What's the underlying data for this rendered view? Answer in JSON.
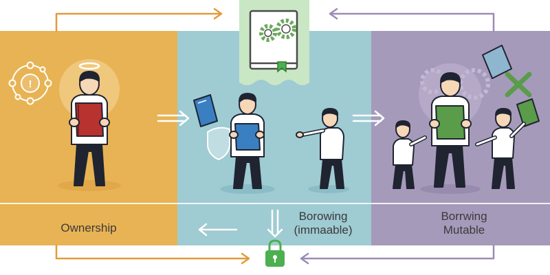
{
  "colors": {
    "ownership": "#e8b354",
    "borrowing_immutable": "#9fcbd3",
    "borrowing_mutable": "#a69abb",
    "book_red": "#b8322f",
    "book_blue": "#3a7fc1",
    "book_green": "#5a9c4a",
    "accent_green": "#4caf50",
    "arrow_orange": "#e39a3b",
    "arrow_purple": "#9a8cb5"
  },
  "panels": [
    {
      "id": "ownership",
      "label_lines": [
        "Ownership"
      ]
    },
    {
      "id": "borrowing-immutable",
      "label_lines": [
        "Borowing",
        "(immaable)"
      ]
    },
    {
      "id": "borrowing-mutable",
      "label_lines": [
        "Borrwing",
        "Mutable"
      ]
    }
  ],
  "icons": [
    "gear-book-icon",
    "lock-icon",
    "shield-icon",
    "wrench-icon",
    "halo-icon",
    "orbit-icon"
  ]
}
